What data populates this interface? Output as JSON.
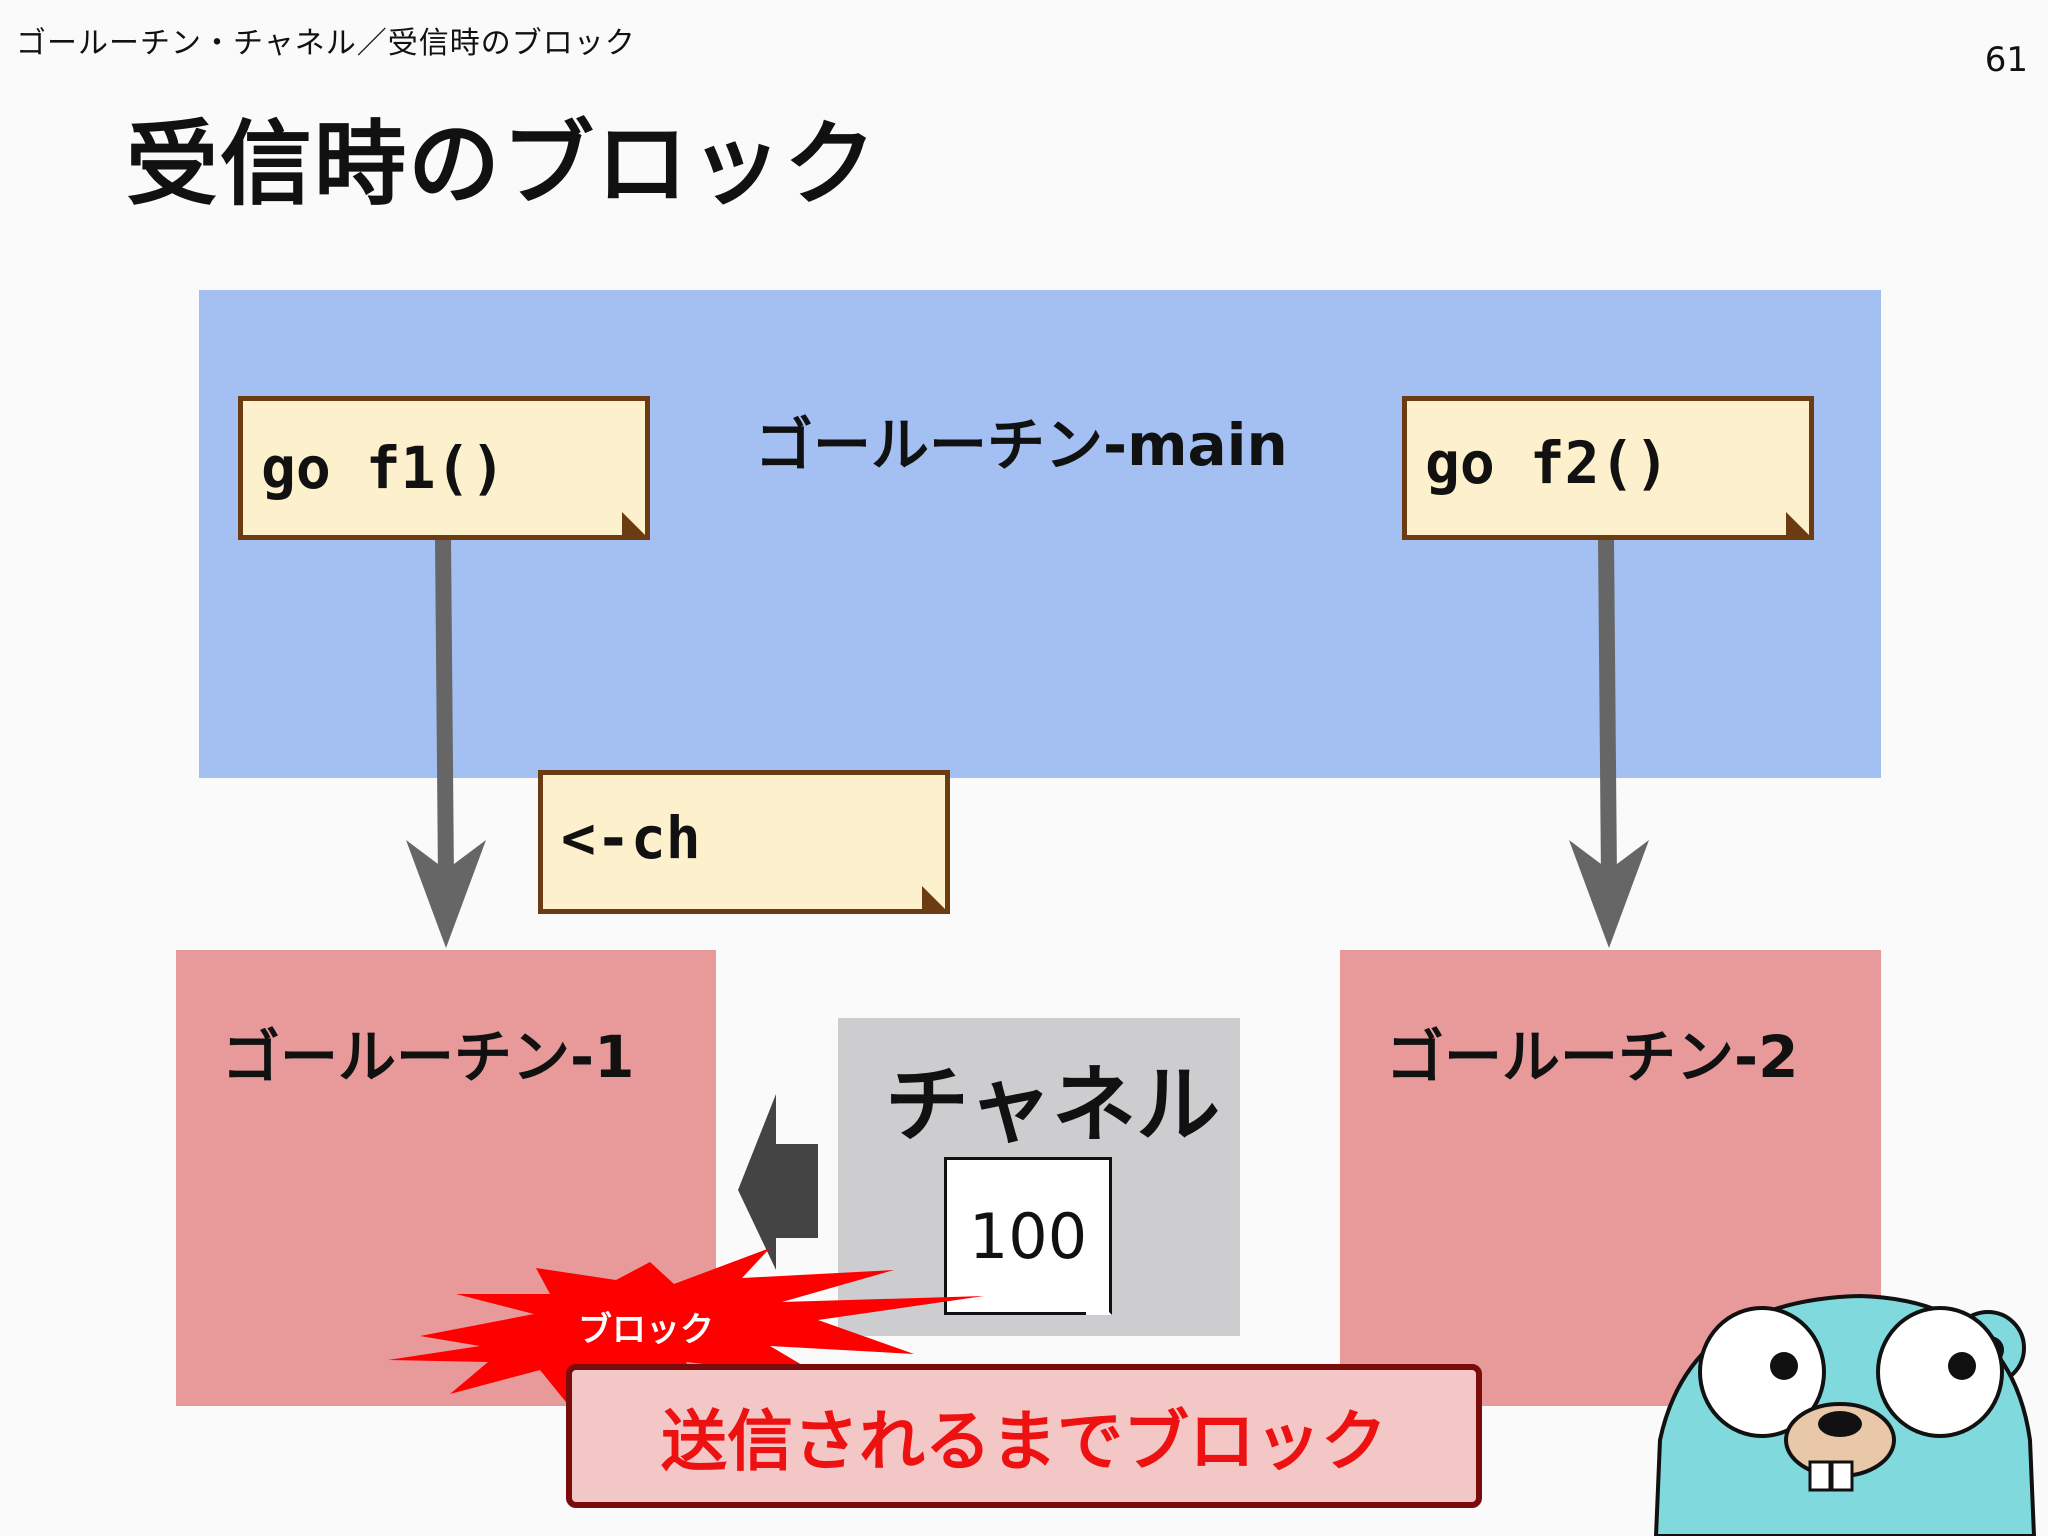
{
  "breadcrumb": "ゴールーチン・チャネル／受信時のブロック",
  "page_number": "61",
  "title": "受信時のブロック",
  "main_goroutine": {
    "label": "ゴールーチン-main",
    "color": "#a4c0f2"
  },
  "notes": {
    "go_f1": "go f1()",
    "go_f2": "go f2()",
    "recv": "<-ch"
  },
  "goroutine_1": {
    "label": "ゴールーチン-1"
  },
  "goroutine_2": {
    "label": "ゴールーチン-2"
  },
  "channel": {
    "label": "チャネル",
    "value": "100"
  },
  "burst": {
    "label": "ブロック",
    "color": "#ff0000"
  },
  "message": "送信されるまでブロック",
  "colors": {
    "goroutine_box": "#e89a9a",
    "note_fill": "#fdf0cc",
    "note_border": "#6b3b11",
    "arrow": "#666666",
    "message_text": "#ee1111"
  },
  "icons": {
    "mascot": "gopher-icon"
  }
}
